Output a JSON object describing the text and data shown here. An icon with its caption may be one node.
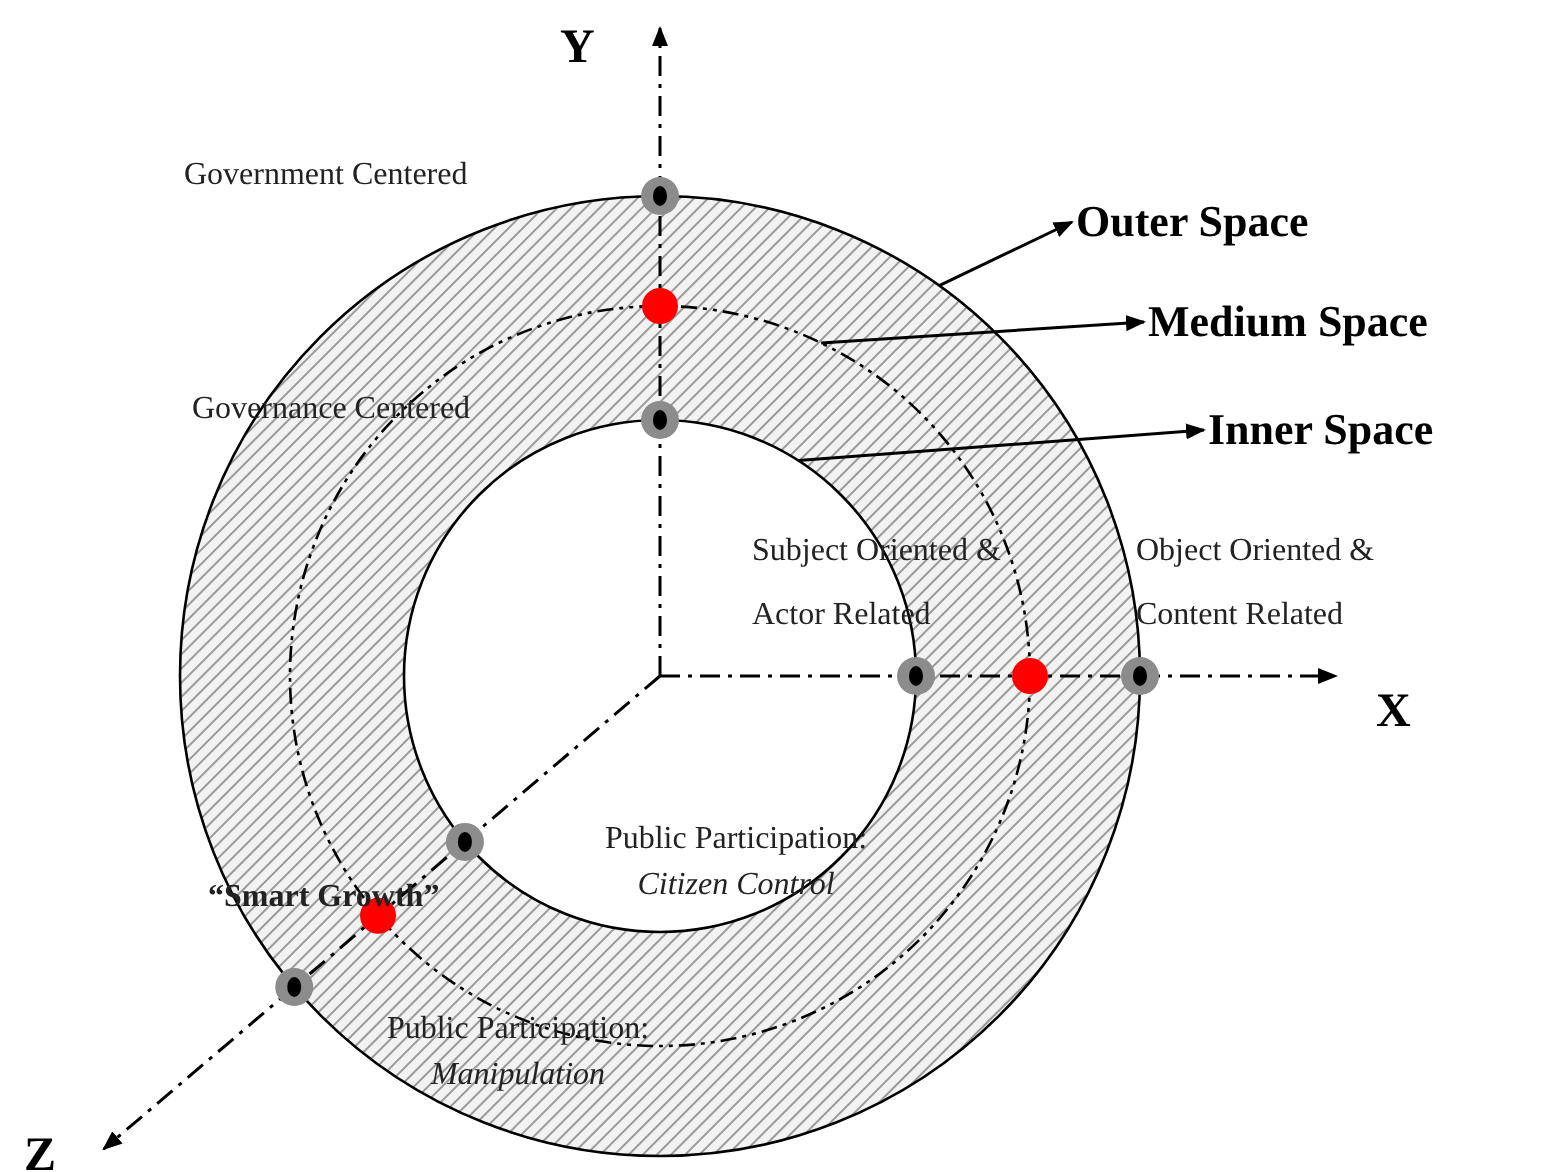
{
  "diagram": {
    "nodes": [
      {
        "text": [],
        "shape": "circle"
      },
      {
        "text": [],
        "shape": "circle",
        "in": 0
      },
      {
        "text": [],
        "shape": "circle",
        "in": 1
      },
      {
        "text": [
          "Outer Space"
        ]
      },
      {
        "text": [
          "Medium Space"
        ]
      },
      {
        "text": [
          "Inner Space"
        ]
      }
    ],
    "edges": [
      {
        "from": 0,
        "to": 3,
        "arrow": "to"
      },
      {
        "from": 1,
        "to": 4,
        "arrow": "to"
      },
      {
        "from": 2,
        "to": 5,
        "arrow": "to"
      }
    ],
    "labels": [
      "Y",
      "Government Centered",
      "Governance Centered",
      "Subject Oriented & Actor Related",
      "Object Oriented & Content Related",
      "X",
      "Public Participation: *Citizen Control*",
      "“Smart Growth”",
      "Public Participation: *Manipulation*",
      "Z"
    ]
  }
}
